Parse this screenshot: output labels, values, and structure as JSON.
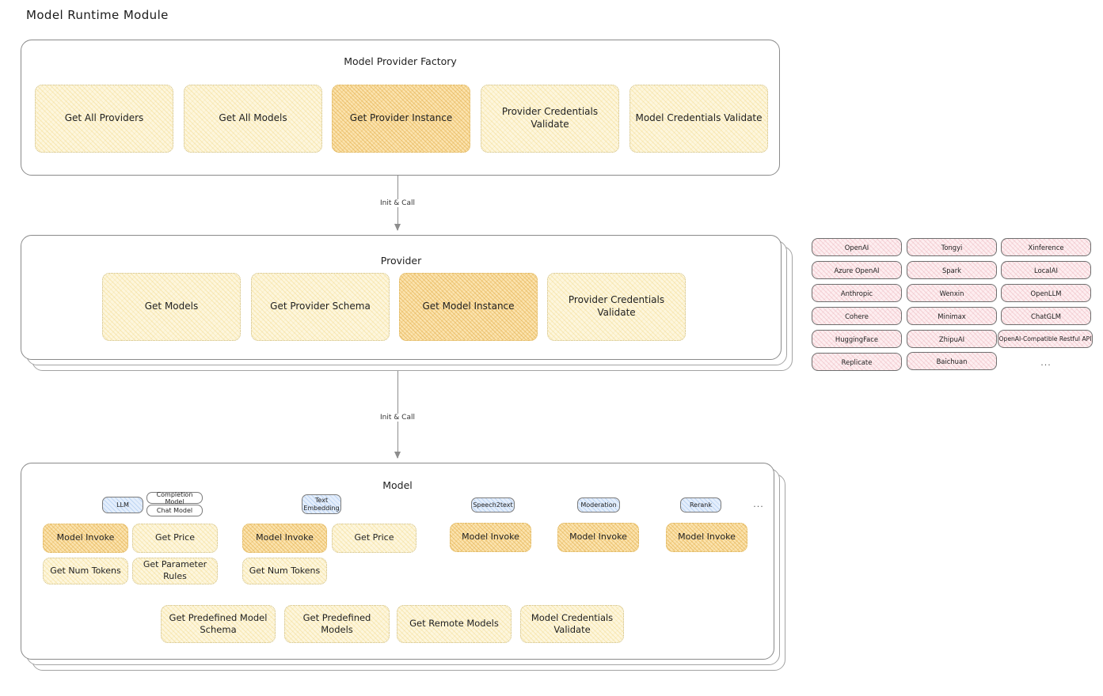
{
  "page": {
    "title": "Model Runtime Module"
  },
  "factory": {
    "title": "Model Provider Factory",
    "nodes": [
      {
        "label": "Get All Providers",
        "highlight": false
      },
      {
        "label": "Get All Models",
        "highlight": false
      },
      {
        "label": "Get Provider Instance",
        "highlight": true
      },
      {
        "label": "Provider Credentials Validate",
        "highlight": false
      },
      {
        "label": "Model Credentials Validate",
        "highlight": false
      }
    ]
  },
  "connector1": {
    "label": "Init & Call"
  },
  "provider": {
    "title": "Provider",
    "nodes": [
      {
        "label": "Get Models",
        "highlight": false
      },
      {
        "label": "Get Provider Schema",
        "highlight": false
      },
      {
        "label": "Get Model Instance",
        "highlight": true
      },
      {
        "label": "Provider Credentials Validate",
        "highlight": false
      }
    ]
  },
  "provider_list": {
    "columns": [
      [
        "OpenAI",
        "Azure OpenAI",
        "Anthropic",
        "Cohere",
        "HuggingFace",
        "Replicate"
      ],
      [
        "Tongyi",
        "Spark",
        "Wenxin",
        "Minimax",
        "ZhipuAI",
        "Baichuan"
      ],
      [
        "Xinference",
        "LocalAI",
        "OpenLLM",
        "ChatGLM",
        "OpenAI-Compatible Restful API"
      ]
    ],
    "more": "..."
  },
  "connector2": {
    "label": "Init & Call"
  },
  "model": {
    "title": "Model",
    "more": "...",
    "types": [
      {
        "tag": "LLM",
        "subtags": [
          "Completion Model",
          "Chat Model"
        ],
        "nodes": [
          {
            "label": "Model Invoke",
            "highlight": true
          },
          {
            "label": "Get Price",
            "highlight": false
          },
          {
            "label": "Get Num Tokens",
            "highlight": false
          },
          {
            "label": "Get Parameter Rules",
            "highlight": false
          }
        ]
      },
      {
        "tag": "Text Embedding",
        "subtags": [],
        "nodes": [
          {
            "label": "Model Invoke",
            "highlight": true
          },
          {
            "label": "Get Price",
            "highlight": false
          },
          {
            "label": "Get Num Tokens",
            "highlight": false
          }
        ]
      },
      {
        "tag": "Speech2text",
        "subtags": [],
        "nodes": [
          {
            "label": "Model Invoke",
            "highlight": true
          }
        ]
      },
      {
        "tag": "Moderation",
        "subtags": [],
        "nodes": [
          {
            "label": "Model Invoke",
            "highlight": true
          }
        ]
      },
      {
        "tag": "Rerank",
        "subtags": [],
        "nodes": [
          {
            "label": "Model Invoke",
            "highlight": true
          }
        ]
      }
    ],
    "common_nodes": [
      {
        "label": "Get Predefined Model Schema"
      },
      {
        "label": "Get Predefined Models"
      },
      {
        "label": "Get Remote Models"
      },
      {
        "label": "Model Credentials Validate"
      }
    ]
  },
  "colors": {
    "node_fill": "#fdf6dd",
    "node_highlight_fill": "#fbe3ae",
    "provider_chip_fill": "#fdeef0",
    "type_tag_fill": "#e4eefc",
    "card_border": "#8a8a8a"
  }
}
